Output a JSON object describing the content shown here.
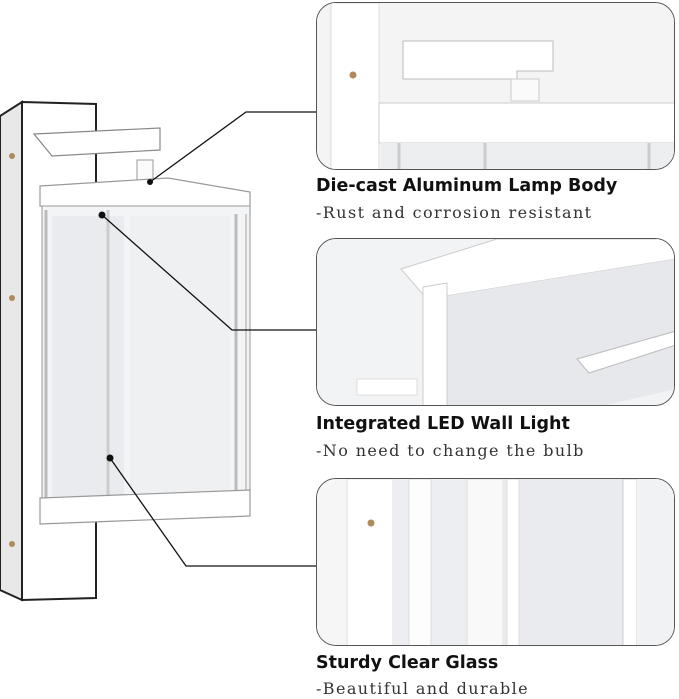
{
  "features": [
    {
      "title": "Die-cast Aluminum Lamp Body",
      "subtitle": "-Rust and corrosion resistant"
    },
    {
      "title": "Integrated LED Wall Light",
      "subtitle": "-No need to change the bulb"
    },
    {
      "title": "Sturdy Clear Glass",
      "subtitle": "-Beautiful and durable"
    }
  ],
  "colors": {
    "frame": "#ffffff",
    "outline": "#222222",
    "glass": "#eef0f2",
    "screw": "#b08a5a"
  }
}
